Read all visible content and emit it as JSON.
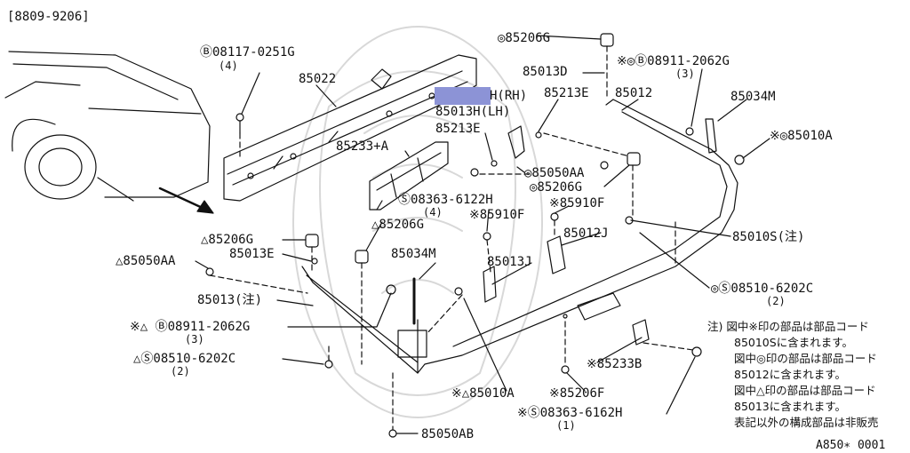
{
  "header": {
    "range": "[8809-9206]"
  },
  "footer": {
    "code": "A850∗ 0001"
  },
  "colors": {
    "line": "#111111",
    "highlight": "#8c93d6",
    "watermark": "#d8d8d8"
  },
  "parts": {
    "p1": "Ⓑ08117-0251G",
    "p2": "85022",
    "p3": "85233+A",
    "p4": "◎85206G",
    "p5": "85013D",
    "p6": "※◎Ⓑ08911-2062G",
    "p7": "85213E",
    "p8": "85012",
    "p9": "85034M",
    "p10": "H(RH)",
    "p11": "85013H(LH)",
    "p12": "85213E",
    "p13": "※◎85010A",
    "p14": "◎85050AA",
    "p15": "◎85206G",
    "p16": "Ⓢ08363-6122H",
    "p17": "※85910F",
    "p18": "※85910F",
    "p19": "△85206G",
    "p20": "△85206G",
    "p21": "85012J",
    "p22": "85010S(注)",
    "p23": "85013E",
    "p24": "△85050AA",
    "p25": "85034M",
    "p26": "85013J",
    "p27": "85013(注)",
    "p28": "◎Ⓢ08510-6202C",
    "p29": "※△ Ⓑ08911-2062G",
    "p30": "△Ⓢ08510-6202C",
    "p31": "※85233B",
    "p32": "※△85010A",
    "p33": "※85206F",
    "p34": "※Ⓢ08363-6162H",
    "p35": "85050AB"
  },
  "quantities": {
    "q1": "(4)",
    "q6": "(3)",
    "q16": "(4)",
    "q28": "(2)",
    "q29": "(3)",
    "q30": "(2)",
    "q34": "(1)"
  },
  "notes": {
    "n1": "注) 図中※印の部品は部品コード",
    "n2": "85010Sに含まれます。",
    "n3": "図中◎印の部品は部品コード",
    "n4": "85012に含まれます。",
    "n5": "図中△印の部品は部品コード",
    "n6": "85013に含まれます。",
    "n7": "表記以外の構成部品は非販売"
  }
}
